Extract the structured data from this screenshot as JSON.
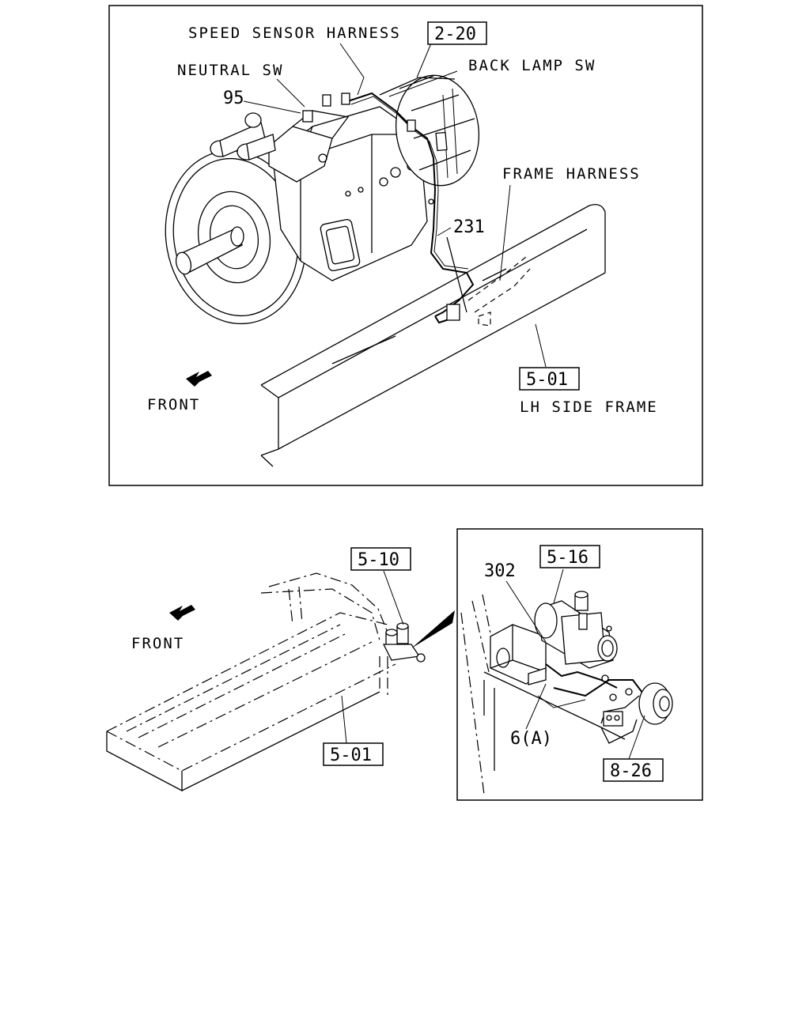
{
  "upper_view": {
    "labels": {
      "speed_sensor_harness": "SPEED SENSOR HARNESS",
      "neutral_sw": "NEUTRAL SW",
      "back_lamp_sw": "BACK LAMP SW",
      "frame_harness": "FRAME HARNESS",
      "lh_side_frame": "LH SIDE FRAME",
      "front": "FRONT"
    },
    "part_numbers": {
      "p95": "95",
      "p231": "231"
    },
    "references": {
      "ref_2_20": "2-20",
      "ref_5_01": "5-01"
    }
  },
  "lower_left_view": {
    "labels": {
      "front": "FRONT"
    },
    "references": {
      "ref_5_10": "5-10",
      "ref_5_01": "5-01"
    }
  },
  "detail_view": {
    "part_numbers": {
      "p302": "302",
      "p6a": "6(A)"
    },
    "references": {
      "ref_5_16": "5-16",
      "ref_8_26": "8-26"
    }
  }
}
